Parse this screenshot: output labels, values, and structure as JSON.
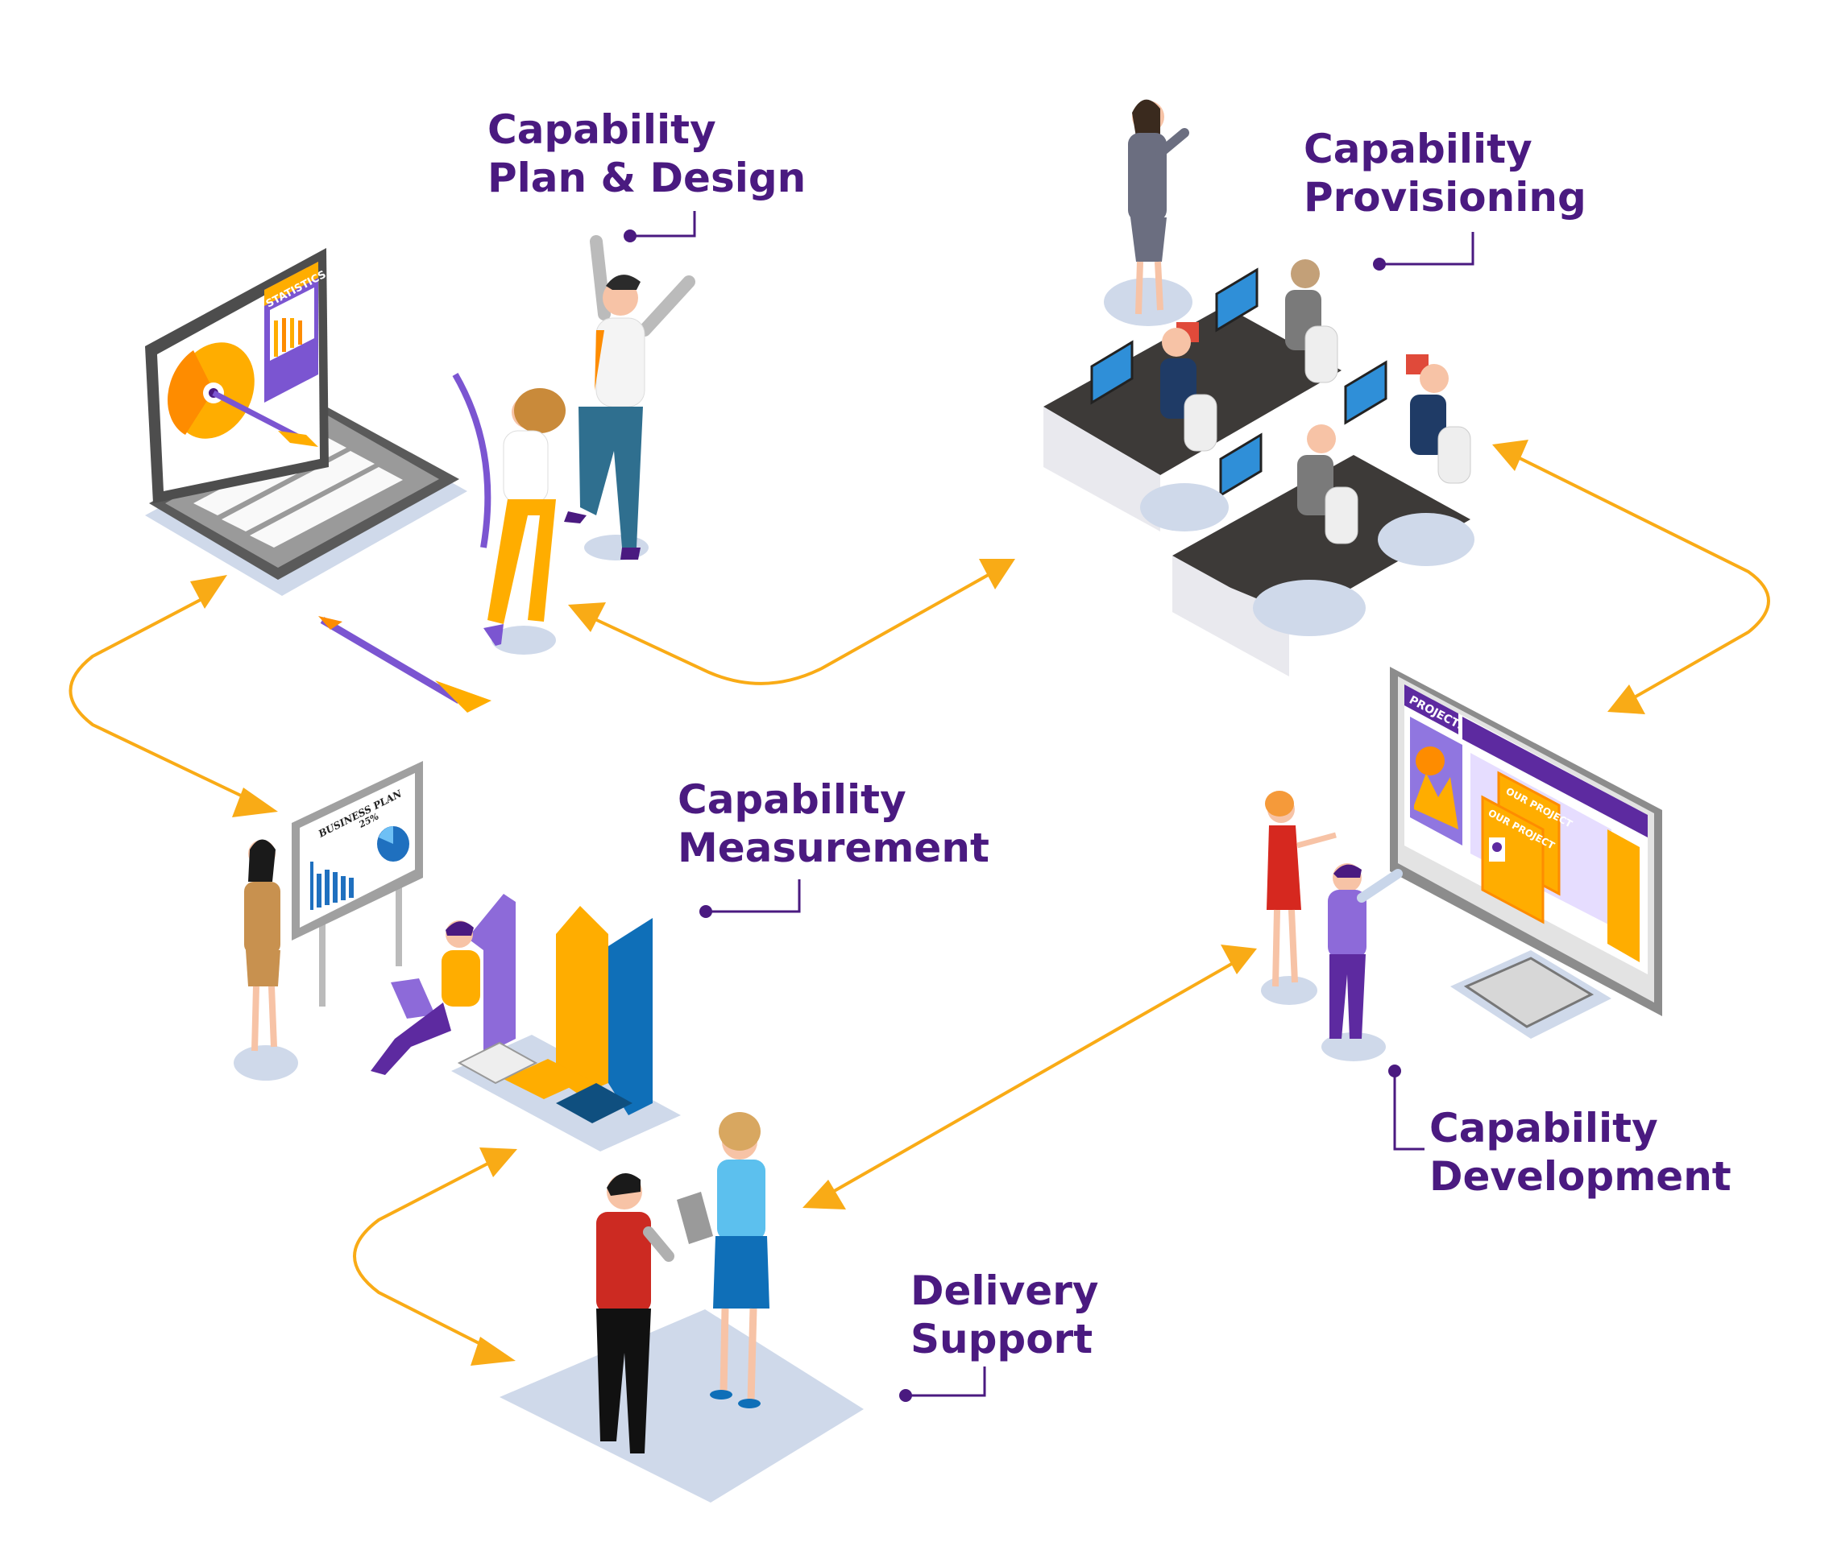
{
  "stages": [
    {
      "id": "plan-design",
      "lines": [
        "Capability",
        "Plan & Design"
      ]
    },
    {
      "id": "provisioning",
      "lines": [
        "Capability",
        "Provisioning"
      ]
    },
    {
      "id": "measurement",
      "lines": [
        "Capability",
        "Measurement"
      ]
    },
    {
      "id": "development",
      "lines": [
        "Capability",
        "Development"
      ]
    },
    {
      "id": "delivery",
      "lines": [
        "Delivery",
        "Support"
      ]
    }
  ],
  "screens": {
    "statistics": "STATISTICS",
    "business_plan": "BUSINESS PLAN",
    "business_plan_pct": "25%",
    "projects": "PROJECTS",
    "our_project_1": "OUR PROJECT",
    "our_project_2": "OUR PROJECT"
  },
  "colors": {
    "label": "#4a1a80",
    "arrow": "#f9ab16",
    "accent_purple": "#7b55d1",
    "accent_orange": "#fe8c00",
    "shadow": "#cfd9ea"
  }
}
